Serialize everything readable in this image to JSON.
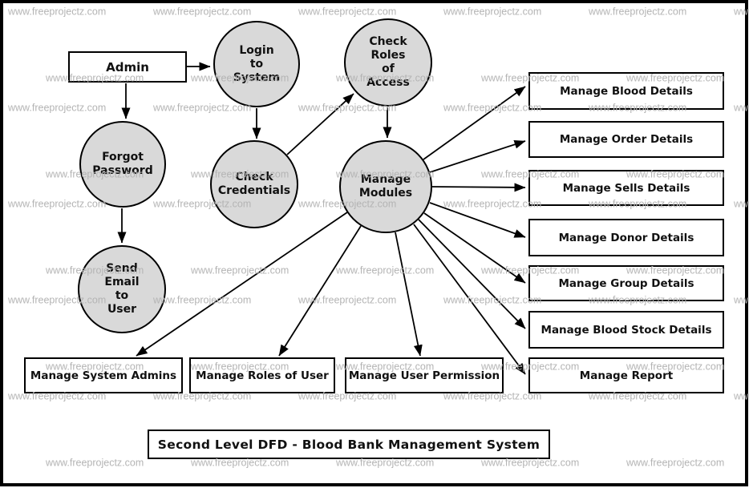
{
  "watermark": {
    "text": "www.freeprojectz.com"
  },
  "colors": {
    "node_fill": "#d9d9d9",
    "line": "#000000",
    "watermark": "#b4b4b4",
    "background": "#ffffff"
  },
  "title_box": {
    "label": "Second Level DFD - Blood Bank Management System"
  },
  "external_entity": {
    "label": "Admin"
  },
  "processes": {
    "login_to_system": {
      "label": "Login\nto\nSystem"
    },
    "check_roles_of_access": {
      "label": "Check\nRoles\nof\nAccess"
    },
    "forgot_password": {
      "label": "Forgot\nPassword"
    },
    "check_credentials": {
      "label": "Check\nCredentials"
    },
    "manage_modules": {
      "label": "Manage\nModules"
    },
    "send_email_to_user": {
      "label": "Send\nEmail\nto\nUser"
    }
  },
  "modules": {
    "blood": {
      "label": "Manage Blood Details"
    },
    "order": {
      "label": "Manage Order Details"
    },
    "sells": {
      "label": "Manage Sells Details"
    },
    "donor": {
      "label": "Manage Donor Details"
    },
    "group": {
      "label": "Manage Group Details"
    },
    "blood_stock": {
      "label": "Manage Blood Stock Details"
    },
    "report": {
      "label": "Manage Report"
    },
    "system_admins": {
      "label": "Manage System Admins"
    },
    "roles_of_user": {
      "label": "Manage Roles of User"
    },
    "user_permission": {
      "label": "Manage User Permission"
    }
  }
}
